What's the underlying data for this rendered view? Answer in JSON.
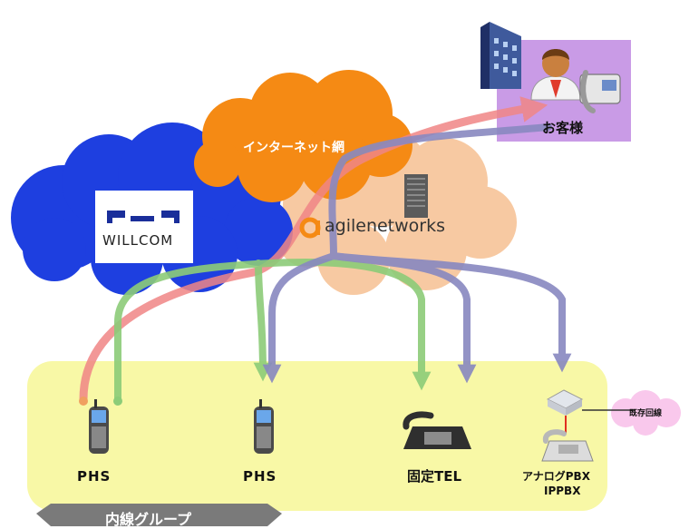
{
  "clouds": {
    "internet": "インターネット網",
    "willcom": "WILLCOM",
    "agile": "agilenetworks"
  },
  "customer": {
    "label": "お客様"
  },
  "devices": {
    "phs_left": "PHS",
    "phs_center": "PHS",
    "fixed_tel": "固定TEL",
    "analog_pbx_line1": "アナログPBX",
    "analog_pbx_line2": "IPPBX",
    "existing_line": "既存回線"
  },
  "group": {
    "label": "内線グループ"
  },
  "colors": {
    "willcom_cloud": "#1e3fe0",
    "internet_cloud": "#f58a14",
    "agile_cloud": "#f7c9a2",
    "yellow_area": "#f8f8a6",
    "customer_box": "#c99be6",
    "pink_line": "#f08686",
    "green_line": "#8ccc78",
    "purple_line": "#8c8cc8",
    "group_tab": "#7a7a7a",
    "existing_cloud": "#f9c8ec"
  }
}
